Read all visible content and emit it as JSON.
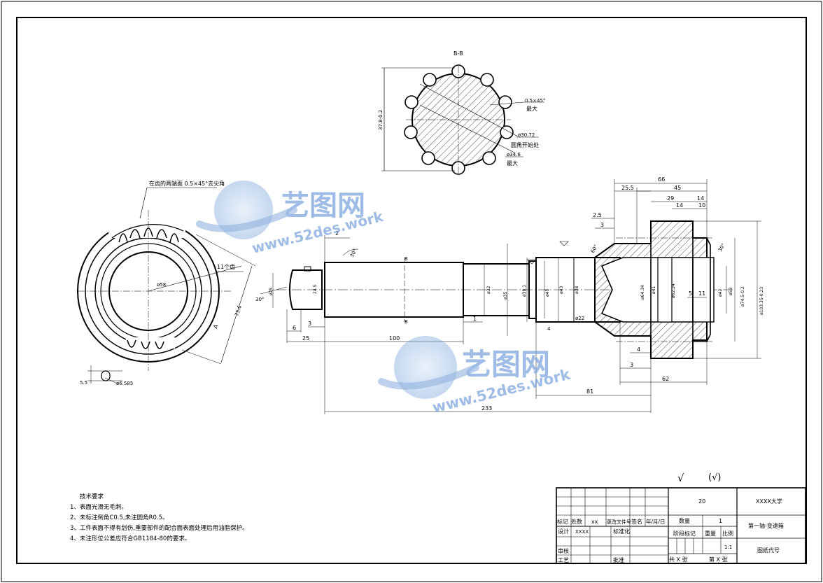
{
  "section": {
    "label": "B-B",
    "dim_left": "37.8-0.2",
    "chamfer": "0.5×45°",
    "max1": "最大",
    "dia_inner": "ø30.72",
    "round_start": "圆角开始处",
    "dia_outer": "ø34.6",
    "max2": "最大"
  },
  "gear_view": {
    "note": "在齿的两端面 0.5×45°去尖角",
    "teeth": "11个齿",
    "dia": "ø58",
    "dim_r": "75.6",
    "letter": "A",
    "keyway_w": "5.5",
    "keyway_d": "ø6.585"
  },
  "shaft": {
    "d2": "2",
    "angle30": "30°",
    "ang30b": "30°",
    "d_left": "ø25",
    "d_left2": "24.5",
    "l3": "3",
    "l6": "6",
    "l25": "25",
    "l100": "100",
    "l1": "1",
    "b_top": "B",
    "b_bot": "B",
    "d_mid1": "ø32",
    "d_mid2": "ø35",
    "d_mid3": "ø38.1",
    "d_mid4": "ø45",
    "d_mid5": "ø43",
    "d_mid6": "ø38",
    "ang60": "60°",
    "d_bore": "ø22",
    "l66": "66",
    "l255": "25.5",
    "l45": "45",
    "l29": "29",
    "l14a": "14",
    "l14b": "14",
    "l10": "10",
    "l25b": "2.5",
    "l3b": "3",
    "d_hub1": "ø64.34",
    "d_hub2": "ø62.24",
    "d_hub3": "ø41",
    "d_spl": "ø42",
    "d53": "ø53",
    "d745": "ø74.5-0.2",
    "d10335": "ø103.35-0.23",
    "l5": "5",
    "l11": "11",
    "l4": "4",
    "l3c": "3",
    "l62": "62",
    "l81": "81",
    "l233": "233",
    "ang30c": "30°",
    "l4b": "4"
  },
  "roughness": {
    "main": "√",
    "paren": "(√)"
  },
  "tech": {
    "title": "技术要求",
    "items": [
      "1、表面光滑无毛刺。",
      "2、未标注倒角C0.5,未注圆角R0.5。",
      "3、工件表面不得有划伤,重要部件的配合面表面处理后用油脂保护。",
      "4、未注形位公差应符合GB1184-80的要求。"
    ]
  },
  "title_block": {
    "mark": "标记",
    "place": "处数",
    "xx": "xx",
    "change_doc": "更改文件号",
    "sign": "签名",
    "date": "年/月/日",
    "design": "设计",
    "designer": "XXXX",
    "standard": "标准化",
    "review": "审核",
    "process": "工艺",
    "approve": "批准",
    "qty_value": "20",
    "qty_label": "数量",
    "qty_count": "1",
    "stage": "阶段标记",
    "weight": "重量",
    "scale_label": "比例",
    "scale": "1:1",
    "total": "共 X 张",
    "sheet_no": "第 X 张",
    "university": "XXXX大学",
    "part_name": "第一轴-变速箱",
    "drawing_code": "图纸代号"
  },
  "watermark": {
    "brand": "艺图网",
    "url": "www.52des.work"
  }
}
